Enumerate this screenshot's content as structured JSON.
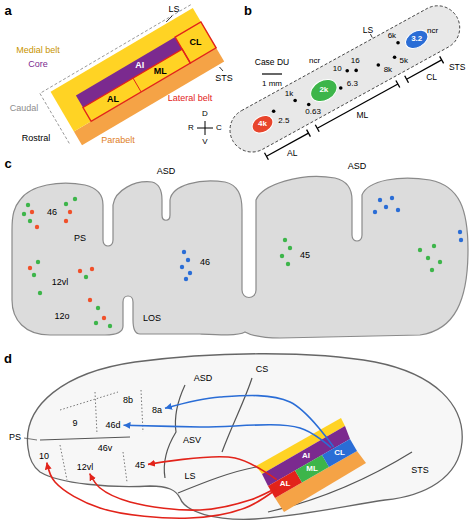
{
  "diagram": {
    "nodes": [
      {
        "text": [
          "AI"
        ]
      },
      {
        "text": [
          "CL"
        ]
      },
      {
        "text": [
          "ML"
        ]
      },
      {
        "text": [
          "AL"
        ]
      },
      {
        "text": [
          "3.2"
        ]
      },
      {
        "text": [
          "2k"
        ]
      },
      {
        "text": [
          "4k"
        ]
      },
      {
        "text": [
          "10"
        ]
      },
      {
        "text": [
          "12vl"
        ]
      },
      {
        "text": [
          "45"
        ]
      },
      {
        "text": [
          "46d"
        ]
      },
      {
        "text": [
          "8a"
        ]
      },
      {
        "text": [
          "AI"
        ]
      },
      {
        "text": [
          "CL"
        ]
      },
      {
        "text": [
          "ML"
        ]
      },
      {
        "text": [
          "AL"
        ]
      }
    ],
    "edges": [
      {
        "from": 15,
        "to": 7,
        "arrow": "to"
      },
      {
        "from": 15,
        "to": 8,
        "arrow": "to"
      },
      {
        "from": 15,
        "to": 9,
        "arrow": "to"
      },
      {
        "from": 13,
        "to": 11,
        "arrow": "to"
      },
      {
        "from": 13,
        "to": 10,
        "arrow": "to"
      }
    ],
    "labels": [
      "a",
      "LS",
      "STS",
      "Medial belt",
      "Core",
      "Caudal",
      "Rostral",
      "Parabelt",
      "Lateral belt",
      "D",
      "V",
      "R",
      "C",
      "b",
      "LS",
      "STS",
      "Case DU",
      "1 mm",
      "ncr",
      "6k",
      "5k",
      "10",
      "16",
      "8k",
      "6.3",
      "1k",
      "0.63",
      "ncr",
      "2.5",
      "CL",
      "ML",
      "AL",
      "c",
      "ASD",
      "ASD",
      "PS",
      "46",
      "46",
      "12vl",
      "12o",
      "LOS",
      "45",
      "d",
      "ASD",
      "CS",
      "8b",
      "9",
      "PS",
      "46v",
      "ASV",
      "LS",
      "STS"
    ]
  }
}
